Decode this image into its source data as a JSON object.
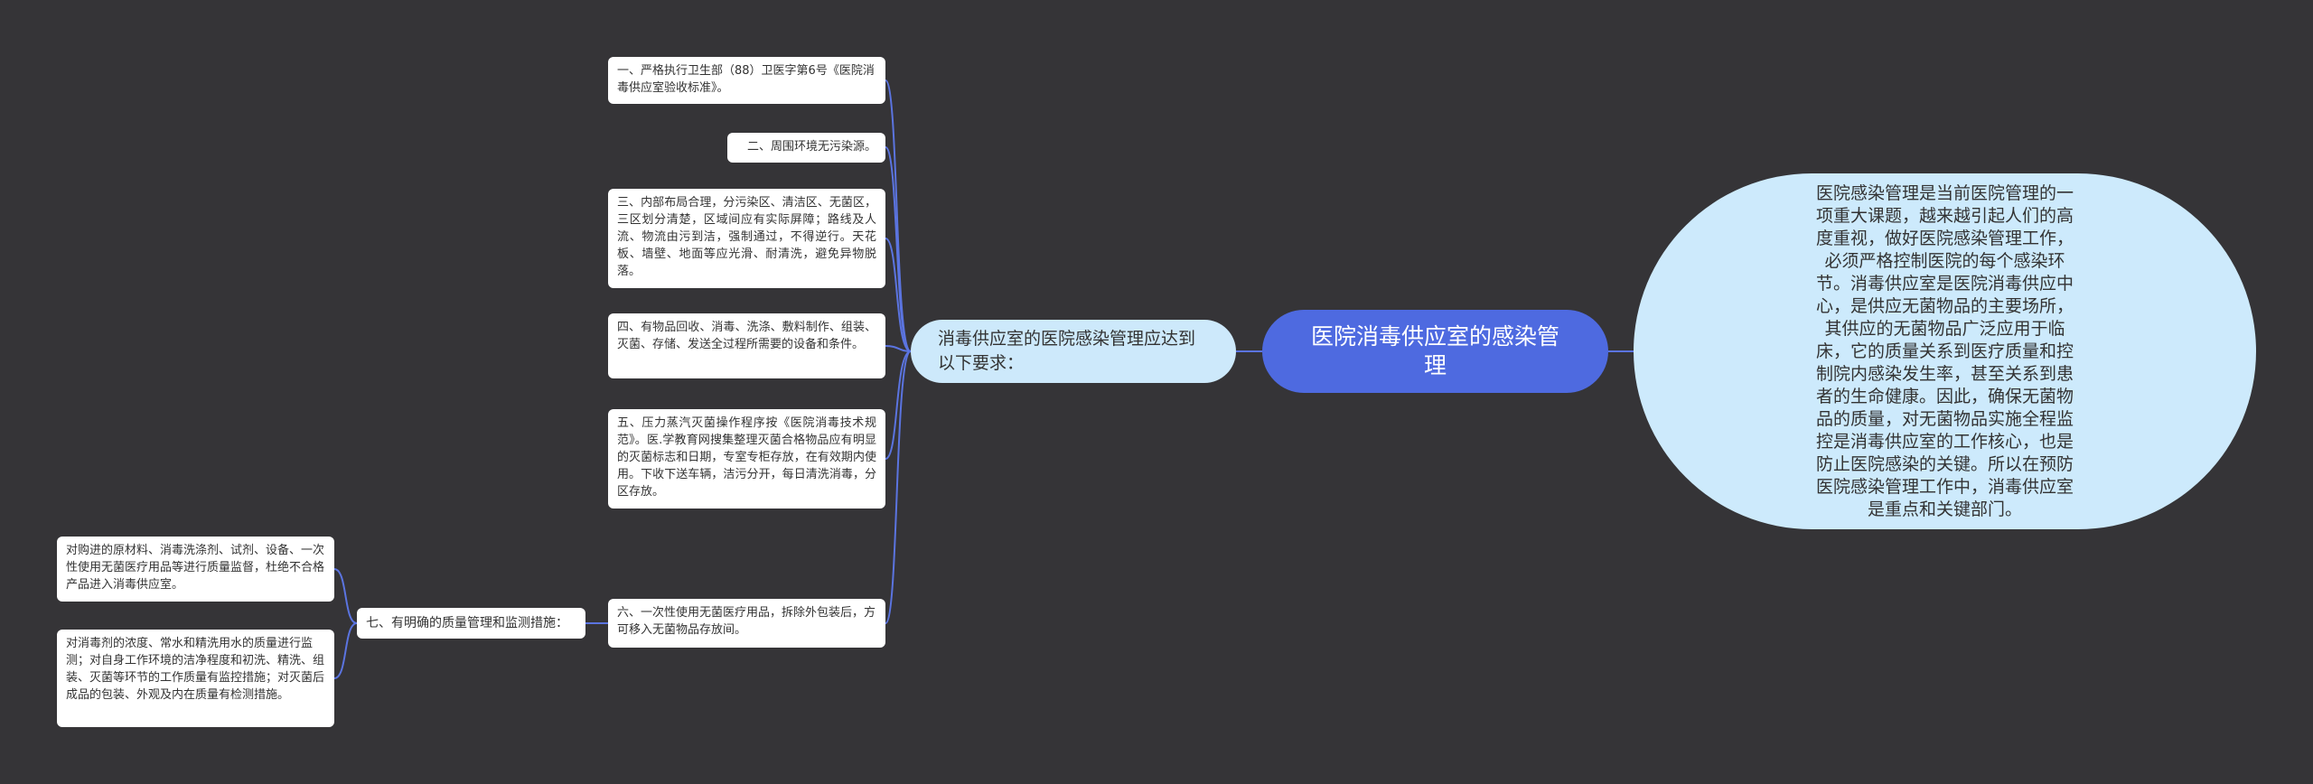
{
  "root": {
    "label": "医院消毒供应室的感染管理"
  },
  "right_node": {
    "text": "医院感染管理是当前医院管理的一项重大课题，越来越引起人们的高度重视，做好医院感染管理工作，必须严格控制医院的每个感染环节。消毒供应室是医院消毒供应中心，是供应无菌物品的主要场所，其供应的无菌物品广泛应用于临床，它的质量关系到医疗质量和控制院内感染发生率，甚至关系到患者的生命健康。因此，确保无菌物品的质量，对无菌物品实施全程监控是消毒供应室的工作核心，也是防止医院感染的关键。所以在预防医院感染管理工作中，消毒供应室是重点和关键部门。"
  },
  "branch": {
    "label": "消毒供应室的医院感染管理应达到以下要求："
  },
  "leaves": [
    {
      "text": "一、严格执行卫生部（88）卫医字第6号《医院消毒供应室验收标准》。"
    },
    {
      "text": "二、周围环境无污染源。"
    },
    {
      "text": "三、内部布局合理，分污染区、清洁区、无菌区，三区划分清楚，区域间应有实际屏障；路线及人流、物流由污到洁，强制通过，不得逆行。天花板、墙壁、地面等应光滑、耐清洗，避免异物脱落。"
    },
    {
      "text": "四、有物品回收、消毒、洗涤、敷料制作、组装、灭菌、存储、发送全过程所需要的设备和条件。"
    },
    {
      "text": "五、压力蒸汽灭菌操作程序按《医院消毒技术规范》。医.学教育网搜集整理灭菌合格物品应有明显的灭菌标志和日期，专室专柜存放，在有效期内使用。下收下送车辆，洁污分开，每日清洗消毒，分区存放。"
    },
    {
      "text": "六、一次性使用无菌医疗用品，拆除外包装后，方可移入无菌物品存放间。"
    }
  ],
  "sub_branch": {
    "label": "七、有明确的质量管理和监测措施："
  },
  "sub_leaves": [
    {
      "text": "对购进的原材料、消毒洗涤剂、试剂、设备、一次性使用无菌医疗用品等进行质量监督，杜绝不合格产品进入消毒供应室。"
    },
    {
      "text": "对消毒剂的浓度、常水和精洗用水的质量进行监测；对自身工作环境的洁净程度和初洗、精洗、组装、灭菌等环节的工作质量有监控措施；对灭菌后成品的包装、外观及内在质量有检测措施。"
    }
  ],
  "colors": {
    "background": "#353437",
    "root": "#4e6ae0",
    "branch": "#cde9fb",
    "line": "#5b74e0"
  }
}
